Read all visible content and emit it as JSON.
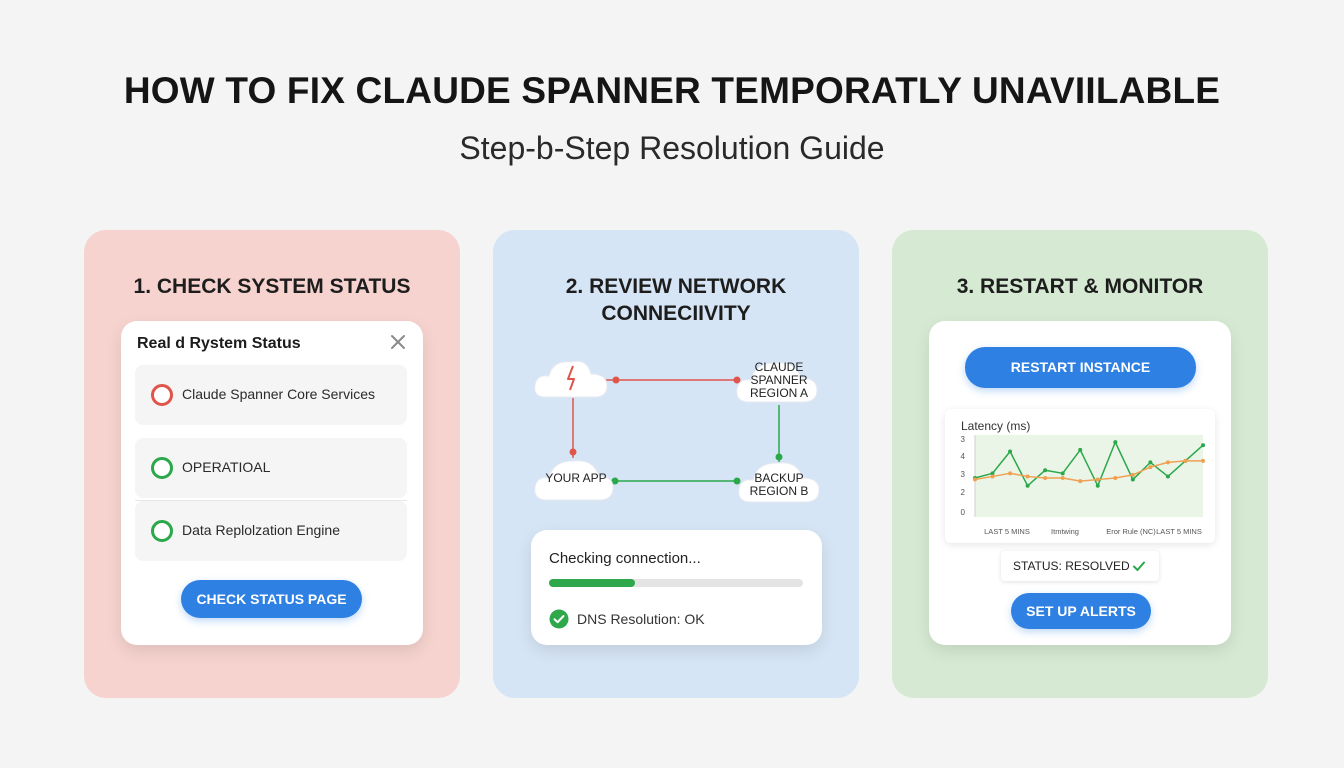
{
  "header": {
    "title": "HOW TO FIX CLAUDE SPANNER TEMPORATLY UNAVIILABLE",
    "subtitle": "Step-b-Step Resolution Guide"
  },
  "colors": {
    "panel_1": "#f6d3cf",
    "panel_2": "#d6e5f5",
    "panel_3": "#d6ead3",
    "accent_blue": "#2f80e3",
    "ok_green": "#2aa84a",
    "error_red": "#e0554a",
    "latency_orange": "#f0a050"
  },
  "step1": {
    "title": "1. CHECK SYSTEM STATUS",
    "card_title": "Real d Rystem Status",
    "items": [
      {
        "label": "Claude Spanner Core Services",
        "state": "error"
      },
      {
        "label": "OPERATIOAL",
        "state": "ok"
      },
      {
        "label": "Data Replolzation Engine",
        "state": "ok"
      }
    ],
    "button": "CHECK STATUS PAGE",
    "close_icon": "close-icon"
  },
  "step2": {
    "title_line1": "2. REVIEW NETWORK",
    "title_line2": "CONNECIIVITY",
    "nodes": {
      "source": {
        "icon": "cloud-error-icon"
      },
      "region_a": [
        "CLAUDE",
        "SPANNER",
        "REGION A"
      ],
      "app": "YOUR APP",
      "region_b": [
        "BACKUP",
        "REGION B"
      ]
    },
    "checking_text": "Checking connection...",
    "progress": 0.34,
    "dns_text": "DNS Resolution: OK"
  },
  "step3": {
    "title": "3. RESTART & MONITOR",
    "restart_button": "RESTART INSTANCE",
    "status_text": "STATUS: RESOLVED",
    "alerts_button": "SET UP ALERTS"
  },
  "chart_data": {
    "type": "line",
    "title": "Latency (ms)",
    "yticks": [
      "3",
      "4",
      "3",
      "2",
      "0"
    ],
    "xticks": [
      "LAST 5 MINS",
      "Itmtwing",
      "Eror Rule (NC)",
      "LAST 5 MINS"
    ],
    "ylim": [
      0,
      5
    ],
    "x": [
      0,
      1,
      2,
      3,
      4,
      5,
      6,
      7,
      8,
      9,
      10,
      11,
      12,
      13
    ],
    "series": [
      {
        "color": "#2aa84a",
        "values": [
          2.5,
          2.8,
          4.2,
          2.0,
          3.0,
          2.8,
          4.3,
          2.0,
          4.8,
          2.4,
          3.5,
          2.6,
          3.6,
          4.6
        ]
      },
      {
        "color": "#f0a050",
        "values": [
          2.4,
          2.6,
          2.8,
          2.6,
          2.5,
          2.5,
          2.3,
          2.4,
          2.5,
          2.7,
          3.2,
          3.5,
          3.6,
          3.6
        ]
      }
    ],
    "grid": false,
    "legend": "none"
  }
}
